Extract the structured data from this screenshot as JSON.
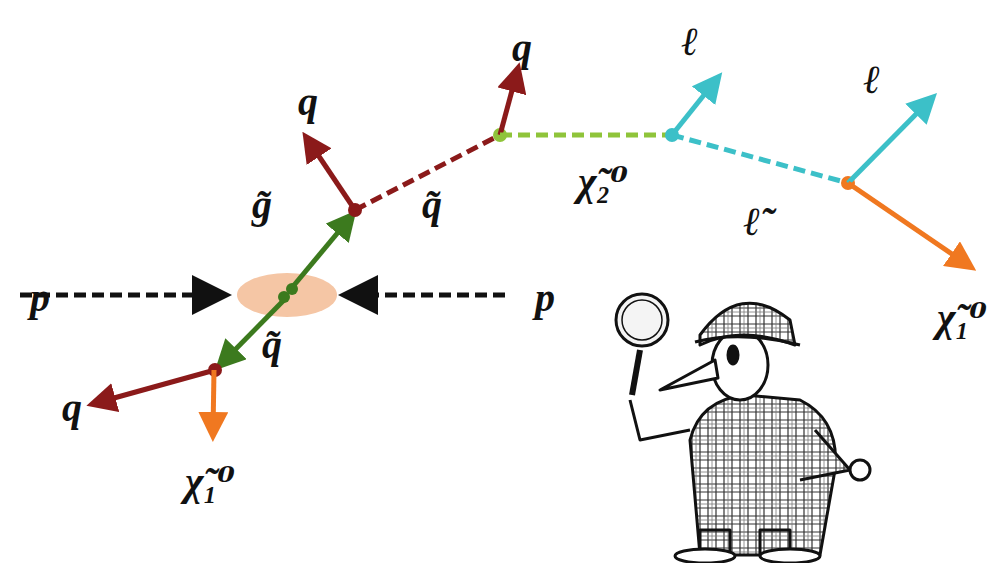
{
  "diagram": {
    "labels": [
      "q",
      "ℓ",
      "ℓ",
      "q",
      "g̃",
      "q̃",
      "χ̃₂⁰",
      "ℓ̃",
      "p",
      "p",
      "q̃",
      "χ̃₁⁰",
      "q",
      "χ̃₁⁰"
    ]
  }
}
